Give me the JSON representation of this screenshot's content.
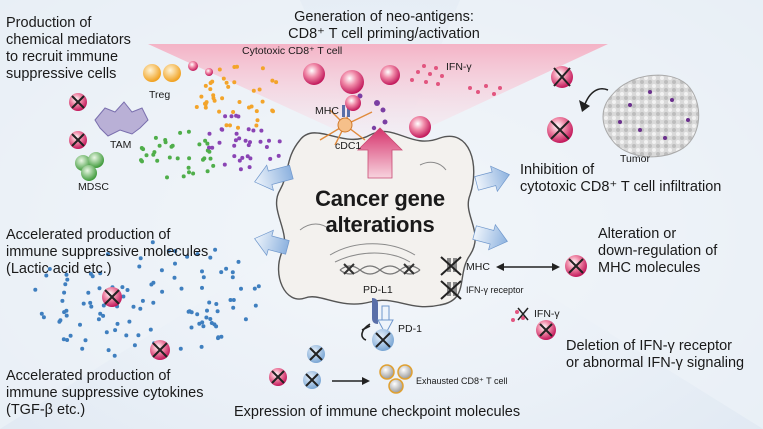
{
  "labels": {
    "top_title": "Generation of neo-antigens:\nCD8⁺ T cell priming/activation",
    "cytotoxic": "Cytotoxic CD8⁺ T cell",
    "ifn_top": "IFN-γ",
    "mhc_small": "MHC",
    "cdc1": "cDC1",
    "treg": "Treg",
    "tam": "TAM",
    "mdsc": "MDSC",
    "chem_mediators": "Production of\nchemical mediators\nto recruit immune\nsuppressive cells",
    "suppressive_molecules": "Accelerated production of\nimmune suppressive molecules\n(Lactic acid etc.)",
    "suppressive_cytokines": "Accelerated production of\nimmune suppressive cytokines\n(TGF-β etc.)",
    "center_title": "Cancer gene\nalterations",
    "tumor": "Tumor",
    "inhibition": "Inhibition of\ncytotoxic CD8⁺ T cell infiltration",
    "mhc_alt": "Alteration or\ndown-regulation of\nMHC molecules",
    "mhc_mid": "MHC",
    "ifn_receptor": "IFN-γ receptor",
    "ifn_right": "IFN-γ",
    "deletion": "Deletion of IFN-γ receptor\nor abnormal IFN-γ signaling",
    "pdl1": "PD-L1",
    "pd1": "PD-1",
    "exhausted": "Exhausted CD8⁺ T cell",
    "checkpoint": "Expression of immune checkpoint molecules"
  },
  "colors": {
    "pink": "#d6336c",
    "light_pink": "#f6c6d6",
    "orange": "#f3a42a",
    "green": "#4fae4a",
    "purple": "#7b3fa3",
    "blue_dot": "#3f7fbf",
    "arrow_blue": "#a9c4e6",
    "cancer_cell": "#f3f1ee"
  }
}
